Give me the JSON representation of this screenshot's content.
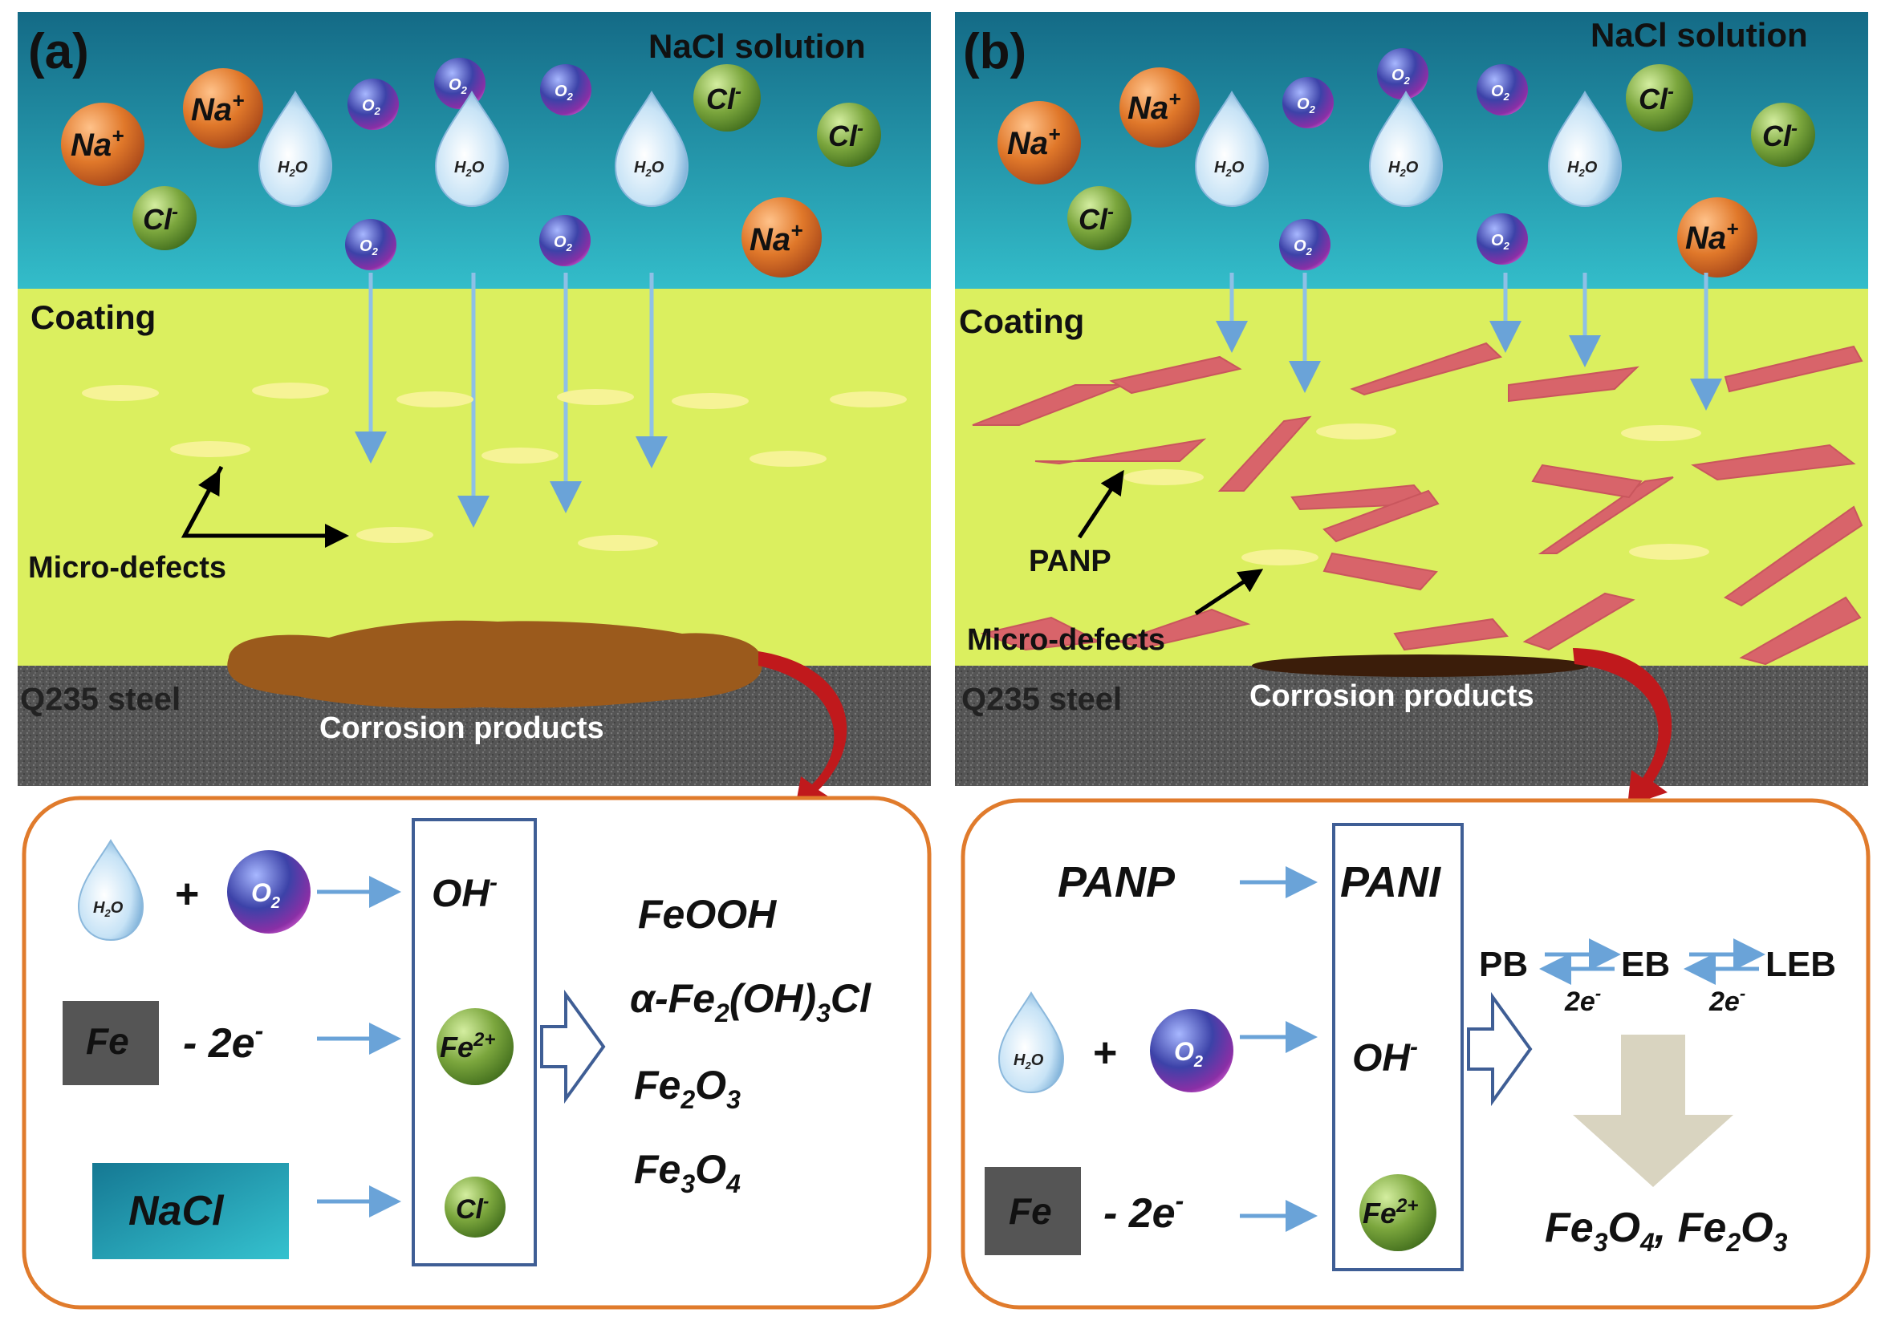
{
  "panel_a": {
    "letter": "(a)",
    "solution_label": "NaCl solution",
    "coating_label": "Coating",
    "steel_label": "Q235 steel",
    "corrosion_label": "Corrosion products",
    "defects_label": "Micro-defects",
    "ions": {
      "na": "Na",
      "cl": "Cl",
      "o2": "O",
      "h2o": "H",
      "plus": "+",
      "minus": "-",
      "two": "2",
      "oxy": "O"
    },
    "reactions": {
      "plus": "+",
      "fe": "Fe",
      "minus_2e": "- 2e",
      "e_sup": "-",
      "nacl": "NaCl",
      "oh": "OH",
      "oh_sup": "-",
      "fe2": "Fe",
      "fe2_sup": "2+",
      "cl": "Cl",
      "cl_sup": "-",
      "products": {
        "p1": "FeOOH",
        "p2_a": "α-Fe",
        "p2_b": "2",
        "p2_c": "(OH)",
        "p2_d": "3",
        "p2_e": "Cl",
        "p3_a": "Fe",
        "p3_b": "2",
        "p3_c": "O",
        "p3_d": "3",
        "p4_a": "Fe",
        "p4_b": "3",
        "p4_c": "O",
        "p4_d": "4"
      }
    }
  },
  "panel_b": {
    "letter": "(b)",
    "solution_label": "NaCl solution",
    "coating_label": "Coating",
    "steel_label": "Q235 steel",
    "corrosion_label": "Corrosion products",
    "panp_label": "PANP",
    "defects_label": "Micro-defects",
    "reactions": {
      "panp": "PANP",
      "pani": "PANI",
      "oh": "OH",
      "oh_sup": "-",
      "plus": "+",
      "fe": "Fe",
      "minus_2e": "- 2e",
      "e_sup": "-",
      "fe2": "Fe",
      "fe2_sup": "2+",
      "pb": "PB",
      "eb": "EB",
      "leb": "LEB",
      "two_e_1": "2e",
      "two_e_2": "2e",
      "two_e_sup": "-",
      "final_a": "Fe",
      "final_b": "3",
      "final_c": "O",
      "final_d": "4",
      "final_e": ", Fe",
      "final_f": "2",
      "final_g": "O",
      "final_h": "3"
    }
  },
  "colors": {
    "solution_top": "#1a7a96",
    "solution_bottom": "#2fb7c7",
    "coating": "#dbef5f",
    "steel": "#5a5a5a",
    "corrosion": "#9c5a1c",
    "na_ion": "#e07a2e",
    "cl_ion": "#6f9a34",
    "o2": "#3a3f9e",
    "arrow": "#6aa3d8",
    "panp": "#d8646a",
    "box_border": "#e07b2c",
    "frame": "#3f5e95"
  }
}
